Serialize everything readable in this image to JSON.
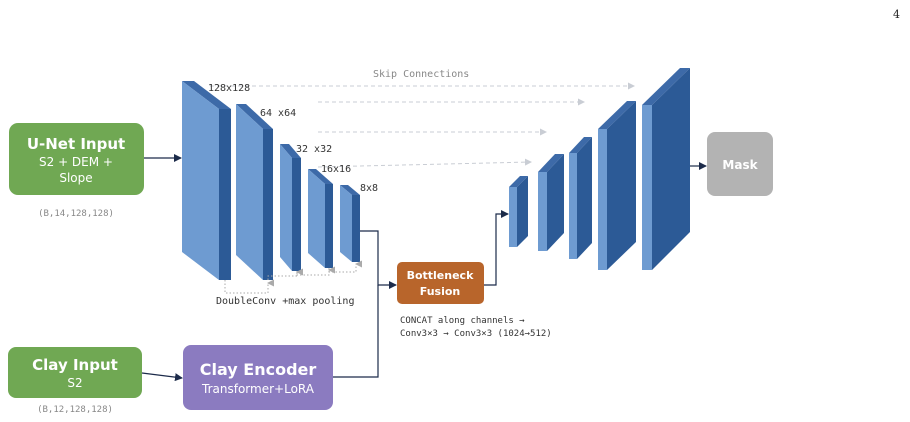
{
  "page": {
    "number": "4"
  },
  "unet_input": {
    "title": "U-Net Input",
    "line1": "S2 + DEM +",
    "line2": "Slope",
    "shape": "(B,14,128,128)"
  },
  "clay_input": {
    "title": "Clay Input",
    "line1": "S2",
    "shape": "(B,12,128,128)"
  },
  "clay_encoder": {
    "title": "Clay Encoder",
    "subtitle": "Transformer+LoRA"
  },
  "bottleneck": {
    "line1": "Bottleneck",
    "line2": "Fusion",
    "note1": "CONCAT along channels →",
    "note2": "Conv3×3 → Conv3×3 (1024→512)"
  },
  "encoder_labels": [
    "128x128",
    "64 x64",
    "32 x32",
    "16x16",
    "8x8"
  ],
  "skip_label": "Skip Connections",
  "pooling_label": "DoubleConv +max pooling",
  "mask": {
    "label": "Mask"
  },
  "colors": {
    "green": "#70a853",
    "purple": "#8b7bc0",
    "brown": "#b8652b",
    "gray": "#b3b3b3",
    "block_front": "#6e9bd1",
    "block_top": "#3d6aa8",
    "block_side": "#2c5a96"
  }
}
